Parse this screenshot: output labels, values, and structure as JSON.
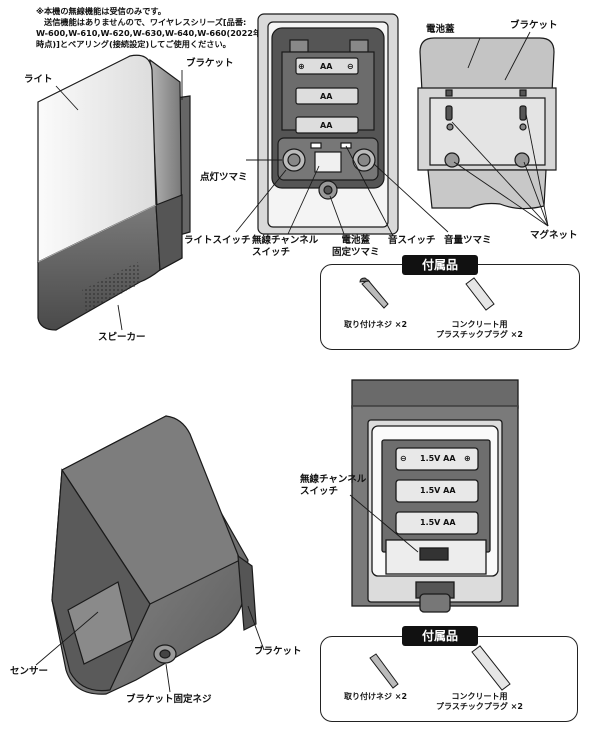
{
  "note": {
    "lines": [
      "※本機の無線機能は受信のみです。",
      "送信機能はありませんので、ワイヤレスシリーズ[品番:",
      "W-600,W-610,W-620,W-630,W-640,W-660(2022年",
      "時点)]とペアリング(接続設定)してご使用ください。"
    ]
  },
  "top_labels": {
    "light": "ライト",
    "bracket_left": "ブラケット",
    "speaker": "スピーカー",
    "knob": "点灯ツマミ",
    "light_switch": "ライトスイッチ",
    "wireless_switch_1": "無線チャンネル",
    "wireless_switch_2": "スイッチ",
    "lid_knob_1": "電池蓋",
    "lid_knob_2": "固定ツマミ",
    "sound_switch": "音スイッチ",
    "volume_knob": "音量ツマミ",
    "battery_lid": "電池蓋",
    "bracket_right": "ブラケット",
    "magnet": "マグネット"
  },
  "battery_text": {
    "aa": "AA",
    "aa_full": "1.5V  AA",
    "plus": "⊕",
    "minus": "⊖"
  },
  "accessories_top": {
    "title": "付属品",
    "screw": "取り付けネジ ×2",
    "plug_1": "コンクリート用",
    "plug_2": "プラスチックプラグ ×2"
  },
  "bottom_labels": {
    "wireless_switch_1": "無線チャンネル",
    "wireless_switch_2": "スイッチ",
    "sensor": "センサー",
    "bracket": "ブラケット",
    "bracket_screw": "ブラケット固定ネジ"
  },
  "accessories_bottom": {
    "title": "付属品",
    "screw": "取り付けネジ ×2",
    "plug_1": "コンクリート用",
    "plug_2": "プラスチックプラグ ×2"
  },
  "colors": {
    "outline": "#1a1a1a",
    "body_light": "#f2f2f2",
    "body_mid": "#cfcfcf",
    "body_dark": "#8e8e8e",
    "panel": "#5a5a5a"
  }
}
